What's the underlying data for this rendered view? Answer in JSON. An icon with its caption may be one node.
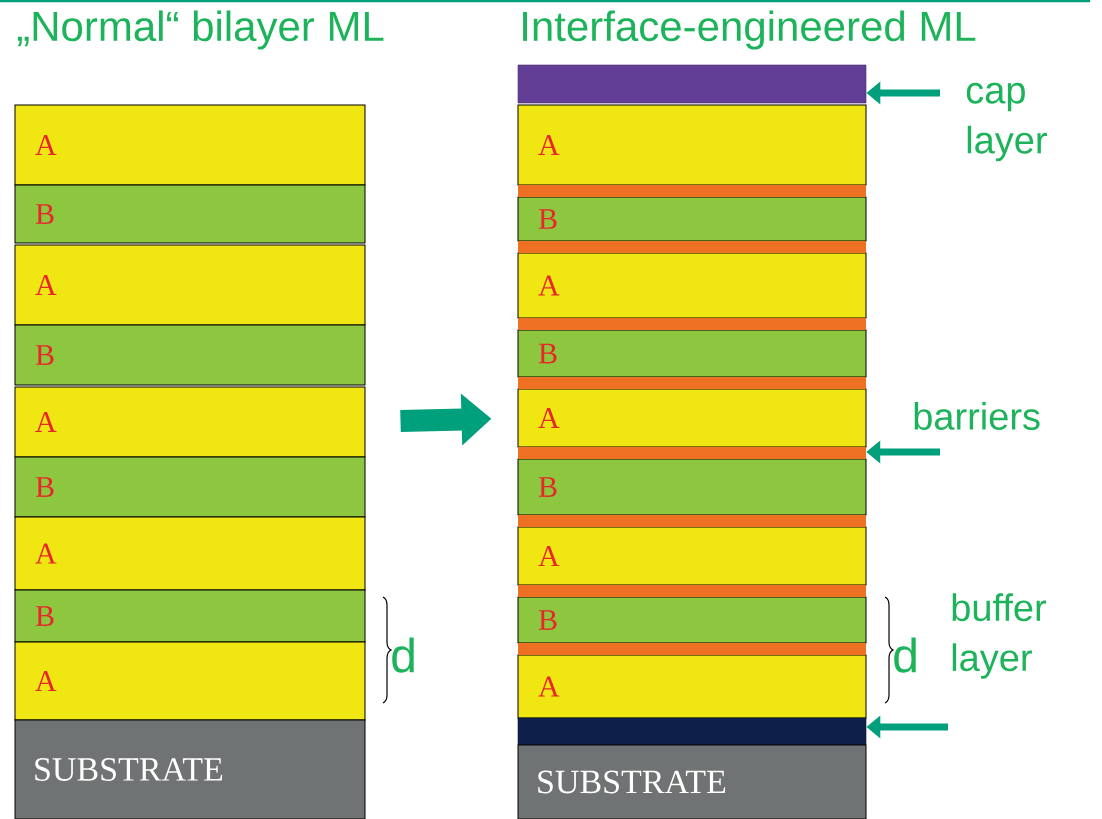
{
  "diagram": {
    "nodes": [
      {
        "text": [
          "A"
        ]
      },
      {
        "text": [
          "B"
        ]
      },
      {
        "text": [
          "A"
        ]
      },
      {
        "text": [
          "B"
        ]
      },
      {
        "text": [
          "A"
        ]
      },
      {
        "text": [
          "B"
        ]
      },
      {
        "text": [
          "A"
        ]
      },
      {
        "text": [
          "B"
        ]
      },
      {
        "text": [
          "A"
        ]
      },
      {
        "text": [
          "SUBSTRATE"
        ]
      },
      {
        "text": [],
        "shape": "box"
      },
      {
        "text": [
          "A"
        ]
      },
      {
        "text": [
          "B"
        ]
      },
      {
        "text": [
          "A"
        ]
      },
      {
        "text": [
          "B"
        ]
      },
      {
        "text": [
          "A"
        ]
      },
      {
        "text": [
          "B"
        ]
      },
      {
        "text": [
          "A"
        ]
      },
      {
        "text": [
          "B"
        ]
      },
      {
        "text": [
          "A"
        ]
      },
      {
        "text": [],
        "shape": "bar"
      },
      {
        "text": [],
        "shape": "bar"
      },
      {
        "text": [],
        "shape": "bar"
      },
      {
        "text": [],
        "shape": "bar"
      },
      {
        "text": [],
        "shape": "bar"
      },
      {
        "text": [],
        "shape": "bar"
      },
      {
        "text": [],
        "shape": "bar"
      },
      {
        "text": [],
        "shape": "bar"
      },
      {
        "text": [],
        "shape": "box"
      },
      {
        "text": [
          "SUBSTRATE"
        ]
      }
    ],
    "edges": [
      {
        "from": 4,
        "to": 15,
        "arrow": "to",
        "style": "thick"
      },
      {
        "from": null,
        "to": 10,
        "arrow": "to"
      },
      {
        "from": null,
        "to": 24,
        "arrow": "to"
      },
      {
        "from": null,
        "to": 28,
        "arrow": "to"
      }
    ],
    "labels": [
      "„Normal“ bilayer ML",
      "Interface-engineered ML",
      "cap layer",
      "barriers",
      "buffer layer",
      "d",
      "d"
    ]
  }
}
